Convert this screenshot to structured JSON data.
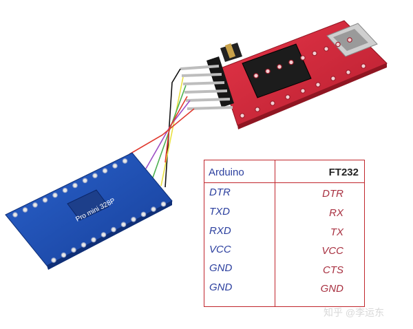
{
  "table": {
    "header_left": "Arduino",
    "header_right": "FT232",
    "rows": [
      {
        "arduino": "DTR",
        "ft232": "DTR"
      },
      {
        "arduino": "TXD",
        "ft232": "RX"
      },
      {
        "arduino": "RXD",
        "ft232": "TX"
      },
      {
        "arduino": "VCC",
        "ft232": "VCC"
      },
      {
        "arduino": "GND",
        "ft232": "CTS"
      },
      {
        "arduino": "GND",
        "ft232": "GND"
      }
    ]
  },
  "arduino_board": {
    "label": "Pro mini 328P",
    "color": "#1f4fb0"
  },
  "ft232_board": {
    "color": "#d6283a"
  },
  "wires": {
    "colors": [
      "#111111",
      "#e8e040",
      "#4caf50",
      "#9c4dc4",
      "#e0392e"
    ]
  },
  "watermark": "知乎 @李运东"
}
